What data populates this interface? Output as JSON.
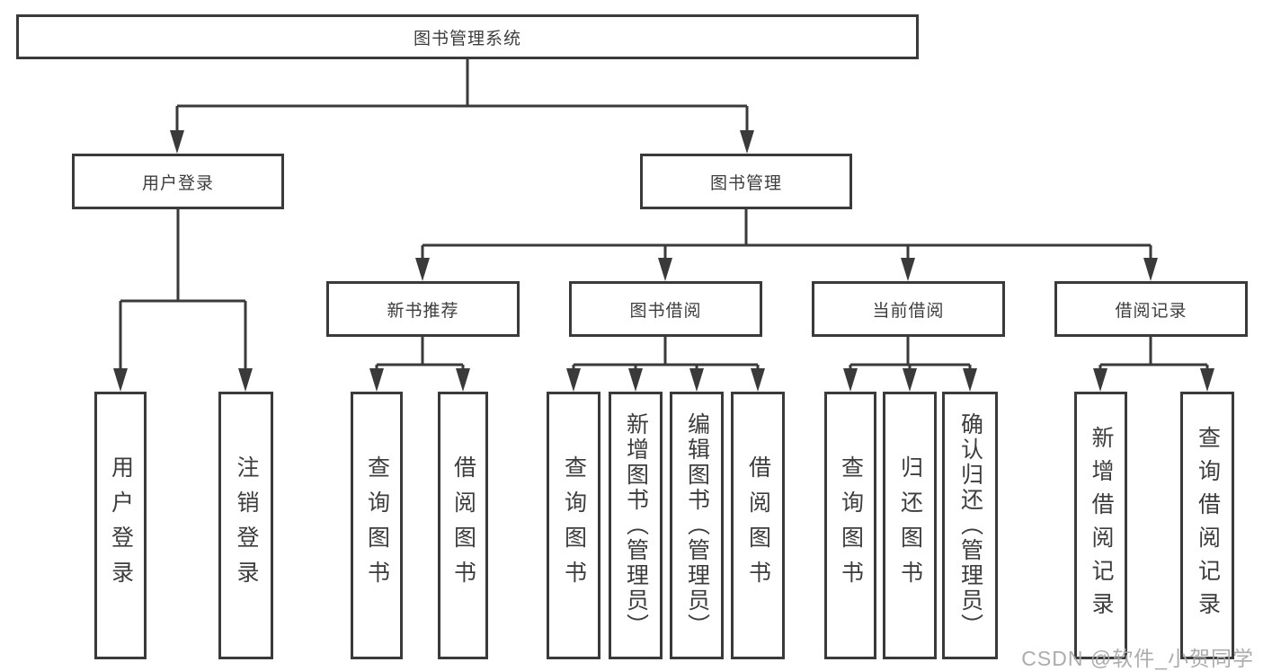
{
  "tree": {
    "root": {
      "label": "图书管理系统",
      "children": [
        {
          "label": "用户登录",
          "children": [
            {
              "label": "用户登录"
            },
            {
              "label": "注销登录"
            }
          ]
        },
        {
          "label": "图书管理",
          "children": [
            {
              "label": "新书推荐",
              "children": [
                {
                  "label": "查询图书"
                },
                {
                  "label": "借阅图书"
                }
              ]
            },
            {
              "label": "图书借阅",
              "children": [
                {
                  "label": "查询图书"
                },
                {
                  "label": "新增图书（管理员）"
                },
                {
                  "label": "编辑图书（管理员）"
                },
                {
                  "label": "借阅图书"
                }
              ]
            },
            {
              "label": "当前借阅",
              "children": [
                {
                  "label": "查询图书"
                },
                {
                  "label": "归还图书"
                },
                {
                  "label": "确认归还（管理员）"
                }
              ]
            },
            {
              "label": "借阅记录",
              "children": [
                {
                  "label": "新增借阅记录"
                },
                {
                  "label": "查询借阅记录"
                }
              ]
            }
          ]
        }
      ]
    }
  },
  "colors": {
    "line": "#3a3a3a",
    "text": "#3d3d3d",
    "watermark": "#a8a8a8"
  },
  "watermark": {
    "text": "CSDN @软件_小贺同学"
  }
}
